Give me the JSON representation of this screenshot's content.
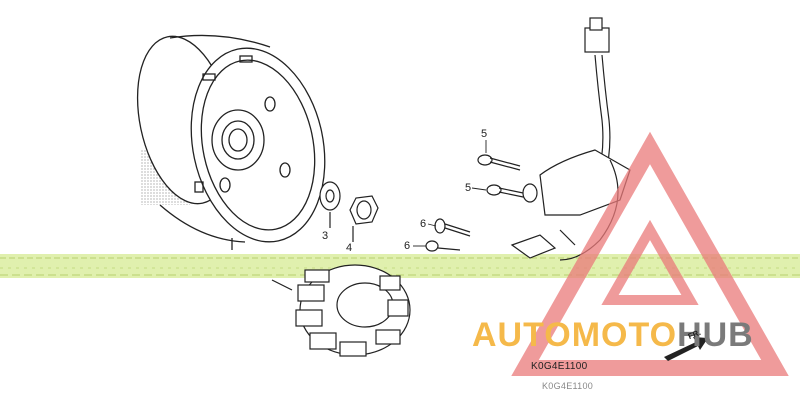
{
  "callouts": {
    "c3": "3",
    "c4": "4",
    "c5a": "5",
    "c5b": "5",
    "c6a": "6",
    "c6b": "6"
  },
  "diagram_code": "K0G4E1100",
  "diagram_code_ghost": "K0G4E1100",
  "watermark": {
    "part1": "AUTOMOTO",
    "part2": "HUB"
  },
  "fr_label": "FR.",
  "colors": {
    "band": "#d8ec9a",
    "triangle": "#e97a7a",
    "wm_orange": "#f5b94a",
    "wm_gray": "#7a7a7a"
  }
}
